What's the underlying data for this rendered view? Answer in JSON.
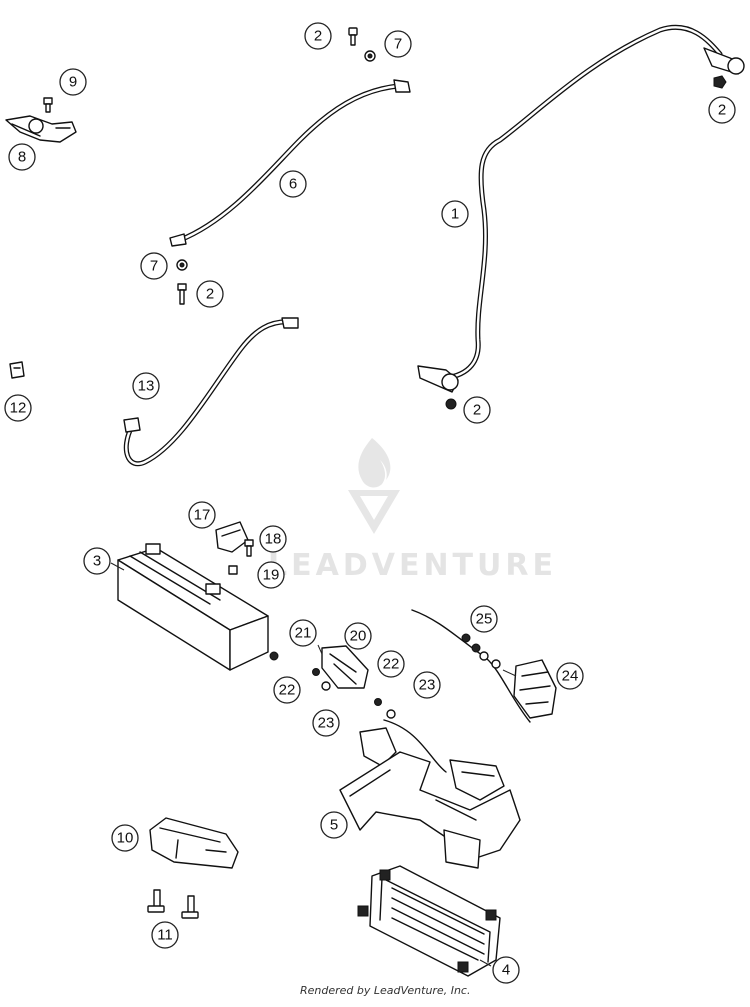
{
  "diagram": {
    "callouts": [
      {
        "id": "c1",
        "label": "1"
      },
      {
        "id": "c2a",
        "label": "2"
      },
      {
        "id": "c2b",
        "label": "2"
      },
      {
        "id": "c2c",
        "label": "2"
      },
      {
        "id": "c2d",
        "label": "2"
      },
      {
        "id": "c3",
        "label": "3"
      },
      {
        "id": "c4",
        "label": "4"
      },
      {
        "id": "c5",
        "label": "5"
      },
      {
        "id": "c6",
        "label": "6"
      },
      {
        "id": "c7a",
        "label": "7"
      },
      {
        "id": "c7b",
        "label": "7"
      },
      {
        "id": "c8",
        "label": "8"
      },
      {
        "id": "c9",
        "label": "9"
      },
      {
        "id": "c10",
        "label": "10"
      },
      {
        "id": "c11",
        "label": "11"
      },
      {
        "id": "c12",
        "label": "12"
      },
      {
        "id": "c13",
        "label": "13"
      },
      {
        "id": "c17",
        "label": "17"
      },
      {
        "id": "c18",
        "label": "18"
      },
      {
        "id": "c19",
        "label": "19"
      },
      {
        "id": "c20",
        "label": "20"
      },
      {
        "id": "c21",
        "label": "21"
      },
      {
        "id": "c22a",
        "label": "22"
      },
      {
        "id": "c22b",
        "label": "22"
      },
      {
        "id": "c23a",
        "label": "23"
      },
      {
        "id": "c23b",
        "label": "23"
      },
      {
        "id": "c24",
        "label": "24"
      },
      {
        "id": "c25",
        "label": "25"
      }
    ]
  },
  "watermark": {
    "brand": "LEADVENTURE"
  },
  "footer": {
    "credit": "Rendered by LeadVenture, Inc."
  }
}
